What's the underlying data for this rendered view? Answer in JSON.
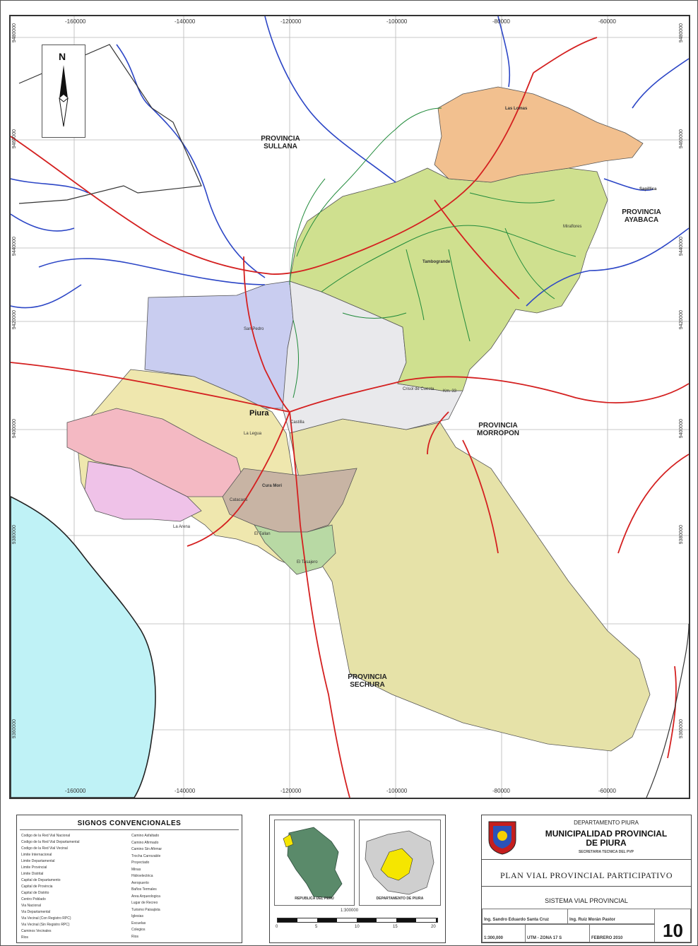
{
  "grid": {
    "top_ticks": [
      "-160000",
      "-140000",
      "-120000",
      "-100000",
      "-80000",
      "-60000"
    ],
    "bottom_ticks": [
      "-160000",
      "-140000",
      "-120000",
      "-100000",
      "-80000",
      "-60000"
    ],
    "left_ticks": [
      "9480000",
      "9460000",
      "9440000",
      "9420000",
      "9400000",
      "9380000",
      "9360000"
    ],
    "right_ticks": [
      "9480000",
      "9460000",
      "9440000",
      "9420000",
      "9400000",
      "9380000",
      "9360000"
    ]
  },
  "north": "N",
  "provinces": {
    "sullana": "PROVINCIA\nSULLANA",
    "ayabaca": "PROVINCIA\nAYABACA",
    "morropon": "PROVINCIA\nMORROPON",
    "sechura": "PROVINCIA\nSECHURA"
  },
  "places": {
    "piura": "Piura",
    "castilla": "Castilla",
    "tambogrande": "Tambogrande",
    "cura_mori": "Cura Mori",
    "catacaos": "Catacaos",
    "la_legua": "La Legua",
    "el_tallan": "El Tallan",
    "las_lomas": "Las Lomas",
    "sapillica": "Sapillica",
    "el_tasajero": "El Tasajero",
    "la_arena": "La Arena",
    "san_pedro": "San Pedro",
    "miraflores": "Miraflores",
    "chulucanas_rd": "Crisol de Cuesta",
    "km": "Km. 33"
  },
  "legend": {
    "title": "SIGNOS CONVENCIONALES",
    "left_items": [
      "Codigo de la Red Vial Nacional",
      "Codigo de la Red Vial Departamental",
      "Codigo de la Red Vial Vecinal",
      "Limite Internacional",
      "Limite Departamental",
      "Limite Provincial",
      "Limite Distrital",
      "Capital de Departamento",
      "Capital de Provincia",
      "Capital de Distrito",
      "Centro Poblado",
      "Via Nacional",
      "Via Departamental",
      "Via Vecinal (Con Registro RPC)",
      "Via Vecinal (Sin Registro RPC)",
      "Caminos Vecinales",
      "Rios"
    ],
    "right_items": [
      "Camino Asfaltado",
      "Camino Afirmado",
      "Camino Sin Afirmar",
      "Trocha Carrozable",
      "Proyectado",
      "Minas",
      "Hidroelectrica",
      "Aeropuerto",
      "Baños Termales",
      "Area Arqueologica",
      "Lugar de Recreo",
      "Turismo Paisajista",
      "Iglesias",
      "Escuelas",
      "Colegios",
      "Rios"
    ]
  },
  "inset": {
    "left_caption": "REPUBLICA DEL PERU",
    "right_caption": "DEPARTAMENTO DE PIURA",
    "scale_label": "1:300000",
    "scale_ticks": [
      "0",
      "5",
      "10",
      "15",
      "20"
    ]
  },
  "title_block": {
    "department": "DEPARTAMENTO PIURA",
    "municipality_1": "MUNICIPALIDAD PROVINCIAL",
    "municipality_2": "DE PIURA",
    "secretaria": "SECRETARIA TECNICA DEL PVP",
    "plan": "PLAN VIAL PROVINCIAL PARTICIPATIVO",
    "map_name": "SISTEMA VIAL PROVINCIAL",
    "responsable": "Ing. Sandro Eduardo Santa Cruz",
    "coordinador": "Ing. Ruiz Morán Pastor",
    "escala": "1:300,000",
    "proyeccion": "UTM - ZONA 17 S",
    "fecha": "FEBRERO 2010",
    "sheet_number": "10"
  },
  "colors": {
    "sea": "#bff2f6",
    "tambogrande": "#cfe08f",
    "las_lomas": "#f2c08f",
    "piura_dist": "#c9cdf0",
    "castilla": "#e9e9ec",
    "la_arena": "#f4b9c3",
    "la_union": "#efc2e8",
    "cura_mori": "#c8b4a4",
    "el_tallan": "#b8d9a4",
    "sechura_zone": "#e6e2a8",
    "catacaos": "#efe7ae",
    "nat_road": "#d42020",
    "dept_limit": "#1b2ea8",
    "prov_limit": "#4a4a8a",
    "vecinal": "#208a3a",
    "river": "#2c46c6"
  }
}
